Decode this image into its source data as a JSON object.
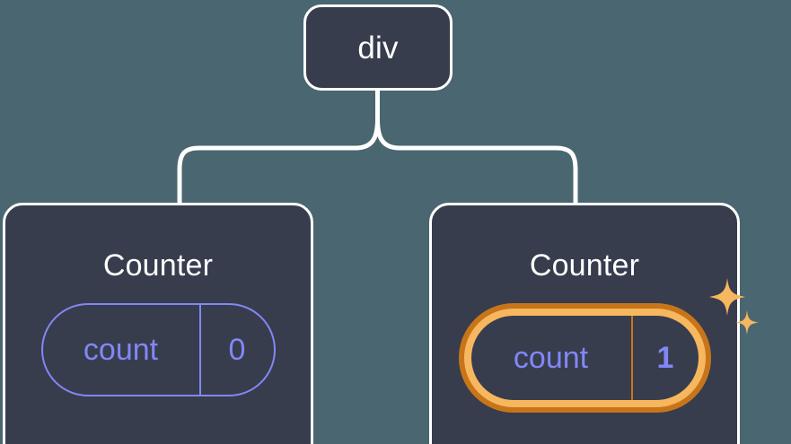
{
  "diagram": {
    "type": "component-tree",
    "title_hidden": "",
    "background_color": "#4A6670",
    "node_fill_color": "#373D4D",
    "node_border_color": "#FFFFFF",
    "accent_state_color": "#8287F5",
    "highlight_outer_color": "#C8751A",
    "highlight_inner_color": "#F7B75F",
    "sparkle_color": "#F7B75F"
  },
  "root": {
    "label": "div"
  },
  "children": [
    {
      "label": "Counter",
      "state": {
        "key": "count",
        "value": "0"
      },
      "highlighted": false,
      "sparkle": false
    },
    {
      "label": "Counter",
      "state": {
        "key": "count",
        "value": "1"
      },
      "highlighted": true,
      "sparkle": true
    }
  ],
  "connectors": {
    "description": "rounded tree edges from div down to both Counter nodes"
  }
}
